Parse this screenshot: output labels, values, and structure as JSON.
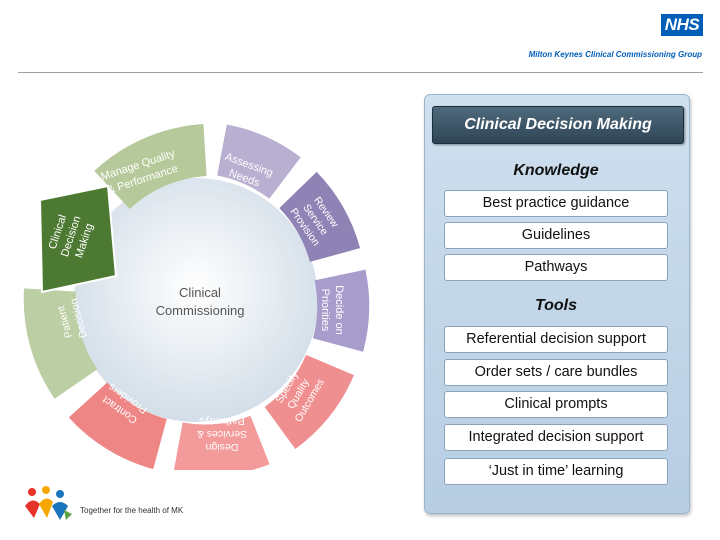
{
  "header": {
    "nhs_logo": "NHS",
    "org_name": "Milton Keynes Clinical Commissioning Group"
  },
  "cycle": {
    "center_line1": "Clinical",
    "center_line2": "Commissioning",
    "segments": {
      "manage": [
        "Manage Quality",
        "& Performance"
      ],
      "assessing": [
        "Assessing",
        "Needs"
      ],
      "review": [
        "Review",
        "Service",
        "Provision"
      ],
      "clinical": [
        "Clinical",
        "Decision",
        "Making"
      ],
      "decide": [
        "Decide on",
        "Priorities"
      ],
      "patient": [
        "Patient",
        "Decision"
      ],
      "specify": [
        "Specify",
        "Quality",
        "Outcomes"
      ],
      "design": [
        "Design",
        "Services &",
        "Pathways"
      ],
      "contract": [
        "Contract",
        "Providers"
      ]
    },
    "colors": {
      "green_dark": "#4d7a32",
      "green_light": "#b6c99a",
      "purple": "#9c8fb8",
      "red": "#ef8a8a",
      "center": "#e4ecf2"
    }
  },
  "panel": {
    "title": "Clinical Decision Making",
    "knowledge_heading": "Knowledge",
    "knowledge_items": [
      "Best practice guidance",
      "Guidelines",
      "Pathways"
    ],
    "tools_heading": "Tools",
    "tools_items": [
      "Referential decision support",
      "Order sets / care bundles",
      "Clinical prompts",
      "Integrated decision support",
      "‘Just in time’ learning"
    ]
  },
  "footer": {
    "tagline": "Together for the health of MK"
  }
}
